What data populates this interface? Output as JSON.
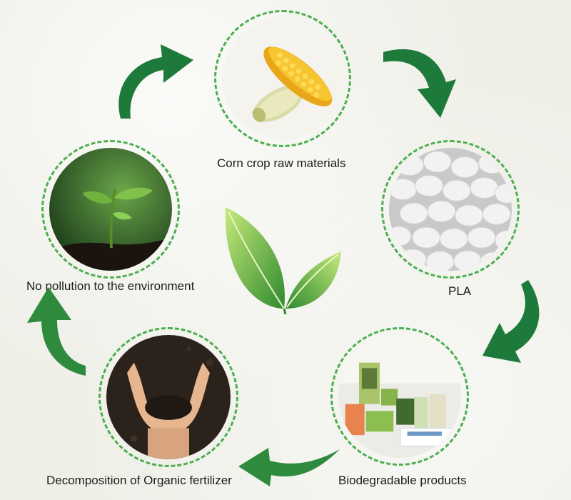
{
  "stages": [
    {
      "id": "corn",
      "label": "Corn crop raw materials",
      "icon": "corn-icon"
    },
    {
      "id": "pla",
      "label": "PLA",
      "icon": "pla-pellets-icon"
    },
    {
      "id": "products",
      "label": "Biodegradable products",
      "icon": "products-icon"
    },
    {
      "id": "fertilizer",
      "label": "Decomposition of Organic fertilizer",
      "icon": "soil-hands-icon"
    },
    {
      "id": "environment",
      "label": "No pollution to the environment",
      "icon": "seedling-icon"
    }
  ],
  "center_icon": "leaves-icon",
  "colors": {
    "arrow_dark": "#1e7a3a",
    "arrow_light": "#6cc24a",
    "ring": "#4caf50",
    "label": "#1c1c1c"
  }
}
